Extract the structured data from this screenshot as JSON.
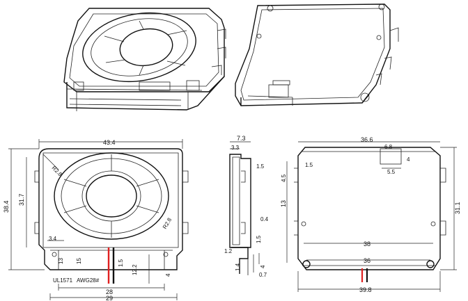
{
  "dimensions": {
    "front_width": "43.4",
    "front_height_total": "38.4",
    "front_height_inner": "31.7",
    "front_corner_radius_top": "R2.8",
    "front_corner_radius_right": "R2.8",
    "front_tab_height": "1.5",
    "front_tab_offset": "3.4",
    "front_wire_pitch": "1.5",
    "front_small_13": "13",
    "front_small_15": "15",
    "front_hole_offset": "12.2",
    "front_bottom_28": "28",
    "front_bottom_29": "29",
    "front_right_4": "4",
    "side_width_total": "7.3",
    "side_width_inner": "3.3",
    "side_tab_15": "1.5",
    "side_mid_04": "0.4",
    "side_lower_15": "1.5",
    "side_lower_12": "1.2",
    "side_bottom_14": "1.4",
    "side_bottom_07": "0.7",
    "side_bottom_4": "4",
    "back_width_top": "36.6",
    "back_slot_width": "6.8",
    "back_slot_height": "4",
    "back_slot_offset": "5.5",
    "back_left_15": "1.5",
    "back_left_45": "4.5",
    "back_left_13": "13",
    "back_hole_span_38": "38",
    "back_hole_span_36": "36",
    "back_bottom_width": "39.8",
    "back_height": "31.1"
  },
  "labels": {
    "wire_label_1": "UL1571",
    "wire_label_2": "AWG28#"
  },
  "colors": {
    "line": "#111111",
    "wire_red": "#e02020",
    "wire_black": "#111111"
  }
}
